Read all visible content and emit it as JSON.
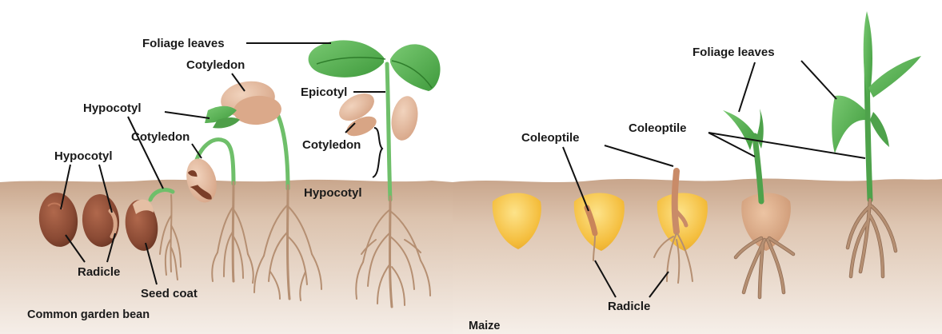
{
  "panels": {
    "bean": {
      "caption": "Common garden bean",
      "labels": {
        "foliage_leaves": "Foliage leaves",
        "cotyledon_top": "Cotyledon",
        "epicotyl": "Epicotyl",
        "hypocotyl_mid": "Hypocotyl",
        "cotyledon_mid": "Cotyledon",
        "cotyledon_right": "Cotyledon",
        "hypocotyl_left": "Hypocotyl",
        "hypocotyl_right": "Hypocotyl",
        "radicle": "Radicle",
        "seed_coat": "Seed coat"
      }
    },
    "maize": {
      "caption": "Maize",
      "labels": {
        "foliage_leaves": "Foliage leaves",
        "coleoptile_left": "Coleoptile",
        "coleoptile_right": "Coleoptile",
        "radicle": "Radicle"
      }
    }
  },
  "colors": {
    "soil_top": "#cba98f",
    "soil_bottom": "#f3ebe3",
    "leaf": "#5fb85a",
    "stem": "#6fbf6a",
    "bean_seed": "#8a4a34",
    "cotyledon": "#e5bfa4",
    "maize_kernel": "#f6c443",
    "root": "#b58f72"
  }
}
